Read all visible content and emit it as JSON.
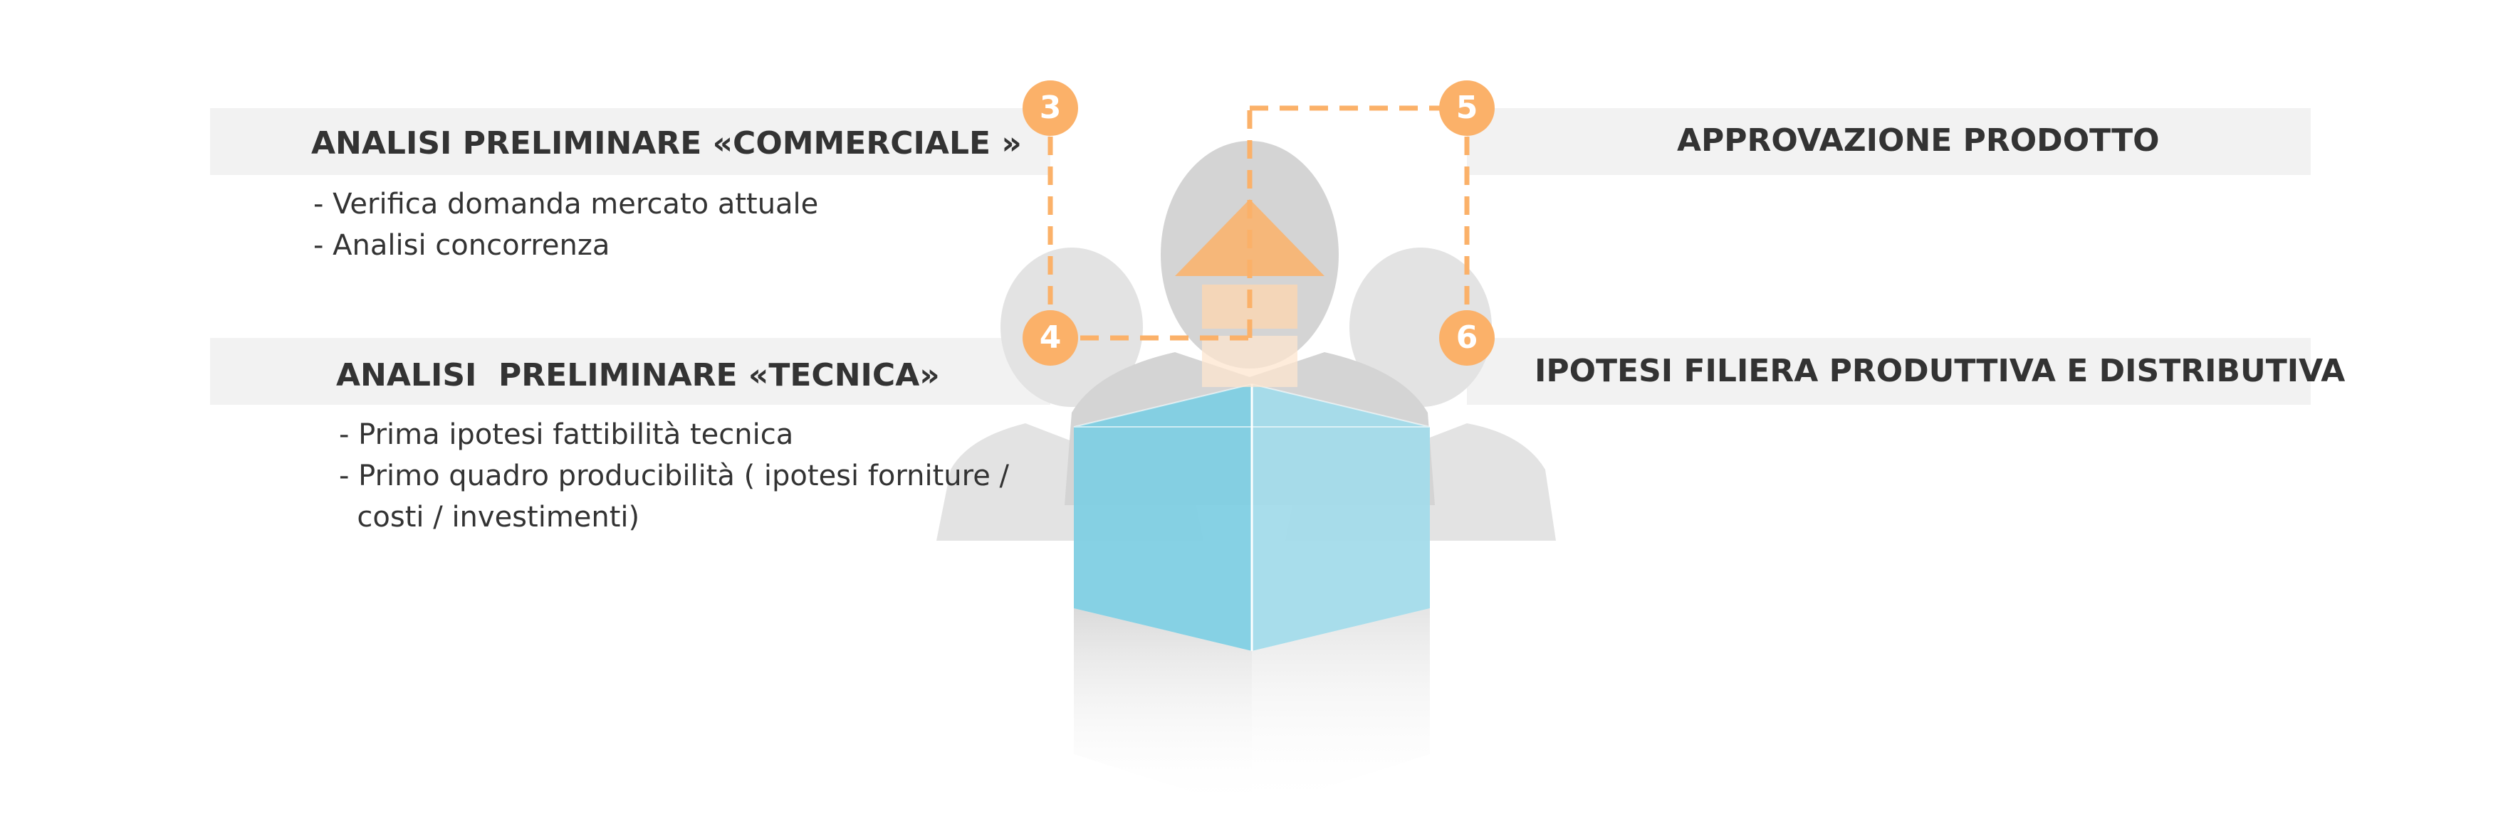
{
  "steps": [
    {
      "number": "3",
      "title": "ANALISI PRELIMINARE «COMMERCIALE »",
      "bullets": [
        "- Verifica domanda mercato attuale",
        "- Analisi concorrenza"
      ]
    },
    {
      "number": "4",
      "title": "ANALISI  PRELIMINARE «TECNICA»",
      "bullets": [
        "- Prima ipotesi fattibilità tecnica",
        "- Primo quadro producibilità ( ipotesi forniture /",
        "  costi / investimenti)"
      ]
    },
    {
      "number": "5",
      "title": "APPROVAZIONE PRODOTTO",
      "bullets": []
    },
    {
      "number": "6",
      "title": "IPOTESI FILIERA PRODUTTIVA E DISTRIBUTIVA",
      "bullets": []
    }
  ],
  "colors": {
    "accent": "#fbb169",
    "band": "#f2f2f2",
    "figure": "#d9d9d9",
    "box_left": "#7fcfe3",
    "box_right": "#a3dbea",
    "text": "#333333"
  },
  "icons": {
    "people": "people-group-icon",
    "box": "box-icon",
    "arrow": "up-arrow-icon"
  }
}
